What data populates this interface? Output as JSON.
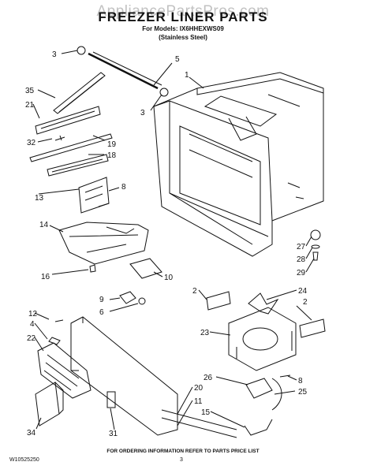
{
  "watermark": "AppliancePartsPros.com",
  "header": {
    "title": "FREEZER LINER PARTS",
    "models": "For Models: IX6HHEXWS09",
    "finish": "(Stainless Steel)"
  },
  "footer": {
    "doc_number": "W10525250",
    "instruction": "FOR ORDERING INFORMATION REFER TO PARTS PRICE LIST",
    "page_number": "3"
  },
  "callouts": [
    "3",
    "5",
    "1",
    "35",
    "3",
    "21",
    "32",
    "19",
    "18",
    "13",
    "8",
    "14",
    "16",
    "10",
    "27",
    "28",
    "29",
    "9",
    "6",
    "2",
    "24",
    "2",
    "12",
    "4",
    "22",
    "23",
    "8",
    "26",
    "25",
    "20",
    "11",
    "15",
    "34",
    "31"
  ]
}
